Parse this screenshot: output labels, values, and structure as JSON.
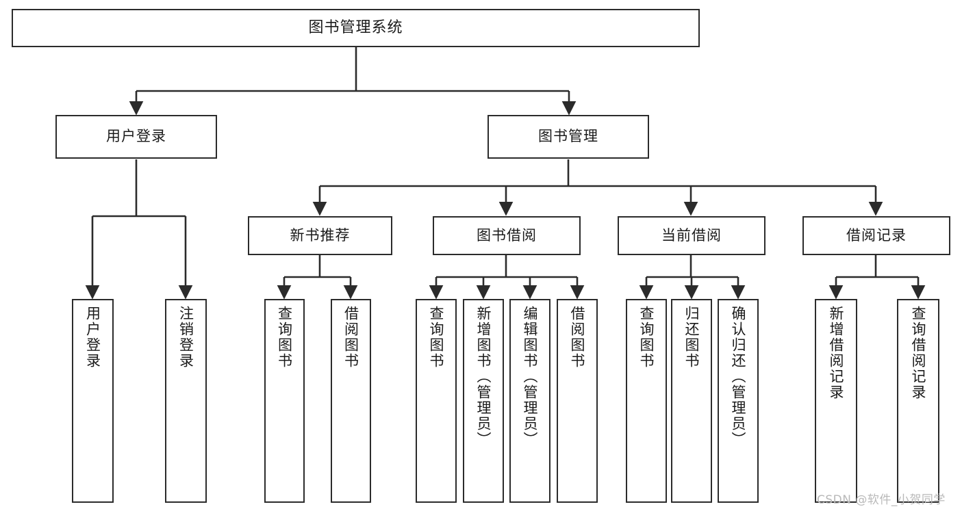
{
  "diagram": {
    "type": "tree-hierarchy",
    "title": "图书管理系统",
    "orientation": "top-down",
    "colors": {
      "box_border": "#2b2b2b",
      "box_fill": "#ffffff",
      "connector": "#2b2b2b",
      "text": "#1a1a1a",
      "watermark": "#b9b9b9"
    }
  },
  "nodes": {
    "root": {
      "label": "图书管理系统"
    },
    "level2": [
      {
        "id": "user-login",
        "label": "用户登录"
      },
      {
        "id": "book-management",
        "label": "图书管理"
      }
    ],
    "level3": [
      {
        "id": "new-book-recommend",
        "label": "新书推荐"
      },
      {
        "id": "book-borrow",
        "label": "图书借阅"
      },
      {
        "id": "current-borrow",
        "label": "当前借阅"
      },
      {
        "id": "borrow-record",
        "label": "借阅记录"
      }
    ],
    "leaves": {
      "user_login": [
        {
          "id": "leaf-user-login",
          "label": "用户登录"
        },
        {
          "id": "leaf-logout",
          "label": "注销登录"
        }
      ],
      "new_book_recommend": [
        {
          "id": "leaf-query-book-1",
          "label": "查询图书"
        },
        {
          "id": "leaf-borrow-book-1",
          "label": "借阅图书"
        }
      ],
      "book_borrow": [
        {
          "id": "leaf-query-book-2",
          "label": "查询图书"
        },
        {
          "id": "leaf-add-book",
          "label": "新增图书（管理员）"
        },
        {
          "id": "leaf-edit-book",
          "label": "编辑图书（管理员）"
        },
        {
          "id": "leaf-borrow-book-2",
          "label": "借阅图书"
        }
      ],
      "current_borrow": [
        {
          "id": "leaf-query-book-3",
          "label": "查询图书"
        },
        {
          "id": "leaf-return-book",
          "label": "归还图书"
        },
        {
          "id": "leaf-confirm-return",
          "label": "确认归还（管理员）"
        }
      ],
      "borrow_record": [
        {
          "id": "leaf-add-record",
          "label": "新增借阅记录"
        },
        {
          "id": "leaf-query-record",
          "label": "查询借阅记录"
        }
      ]
    }
  },
  "watermark": {
    "text": "CSDN @软件_小贺同学"
  }
}
